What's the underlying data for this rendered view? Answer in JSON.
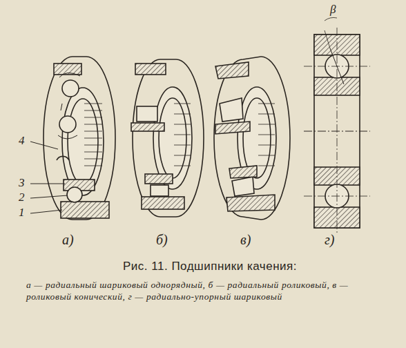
{
  "diagram": {
    "caption": "Рис. 11. Подшипники качения:",
    "labels": [
      "4",
      "3",
      "2",
      "1",
      "а)",
      "б)",
      "в)",
      "г)",
      "β",
      "а — радиальный шариковый однорядный, б — радиальный роликовый, в — роликовый конический, г — радиально-упорный шариковый"
    ]
  }
}
